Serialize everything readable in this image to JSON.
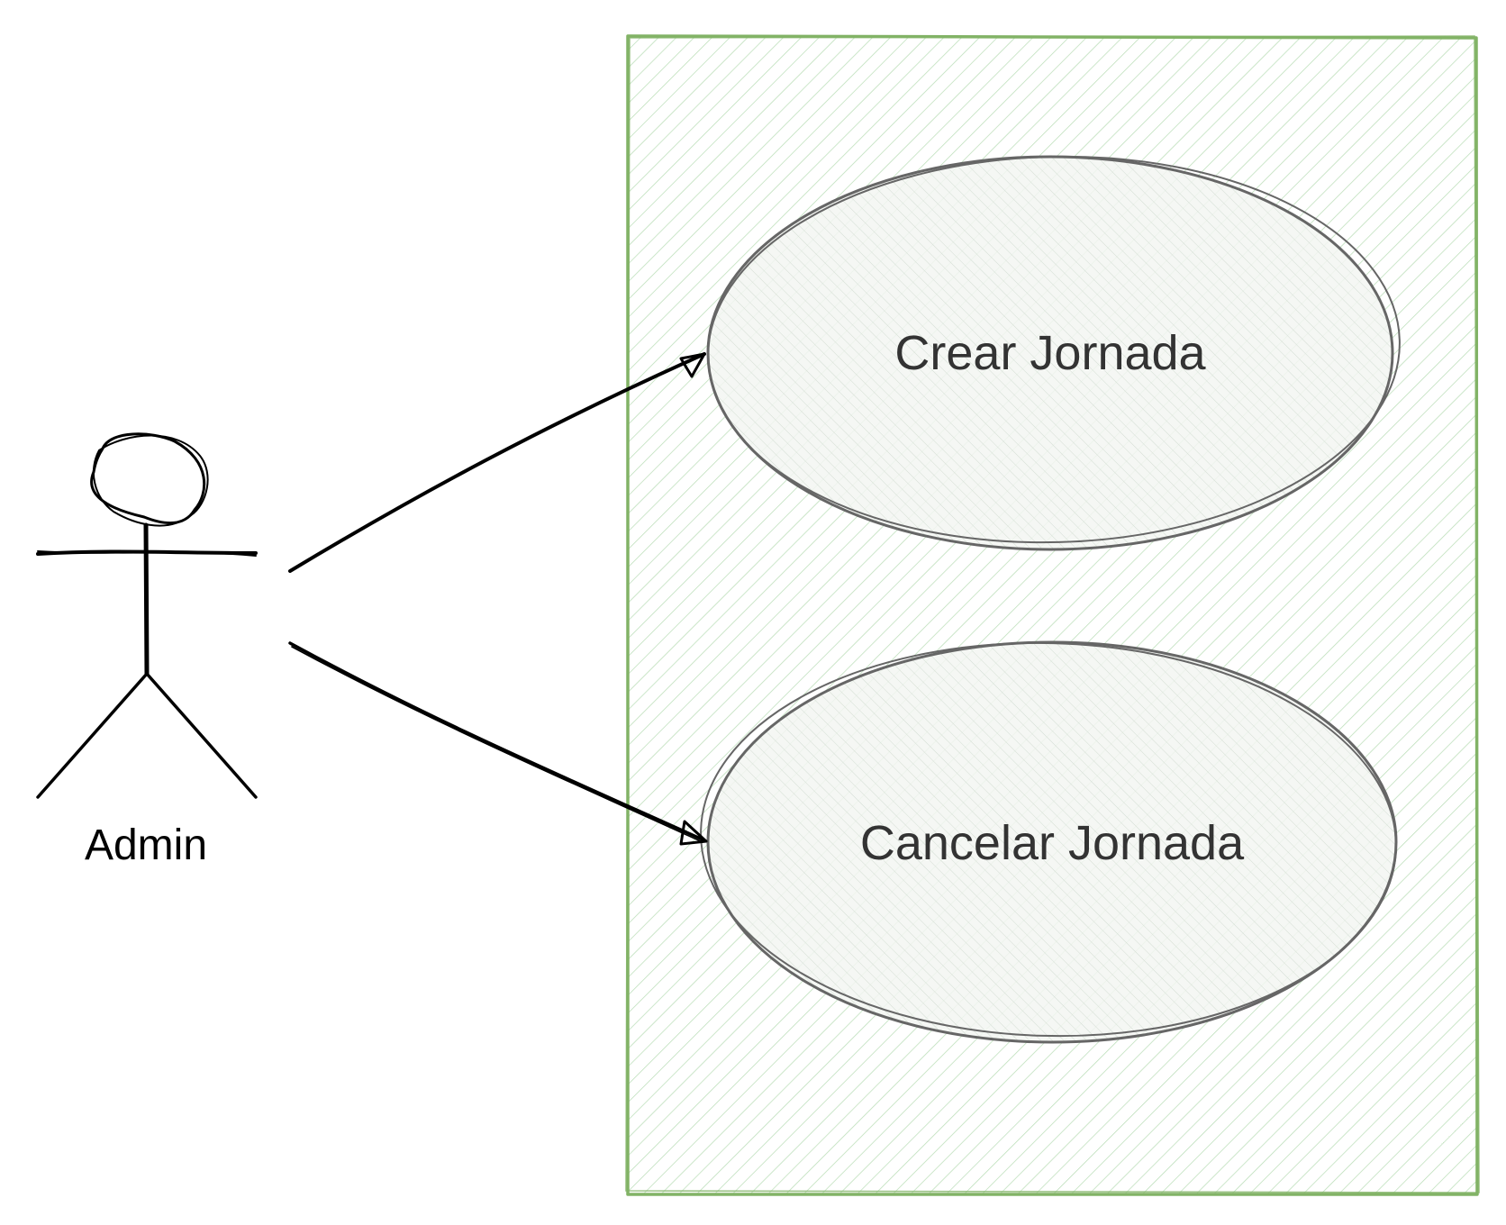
{
  "diagram": {
    "type": "use-case",
    "actor": {
      "label": "Admin",
      "icon": "stick-figure-icon"
    },
    "system_boundary": {
      "fill_color": "#c8e6c9",
      "stroke_color": "#82b366"
    },
    "use_cases": [
      {
        "label": "Crear Jornada"
      },
      {
        "label": "Cancelar Jornada"
      }
    ],
    "associations": [
      {
        "from": "Admin",
        "to": "Crear Jornada"
      },
      {
        "from": "Admin",
        "to": "Cancelar Jornada"
      }
    ],
    "colors": {
      "actor_stroke": "#000000",
      "ellipse_stroke": "#666666",
      "ellipse_fill": "#f0f4f0",
      "label_text": "#333333"
    }
  }
}
